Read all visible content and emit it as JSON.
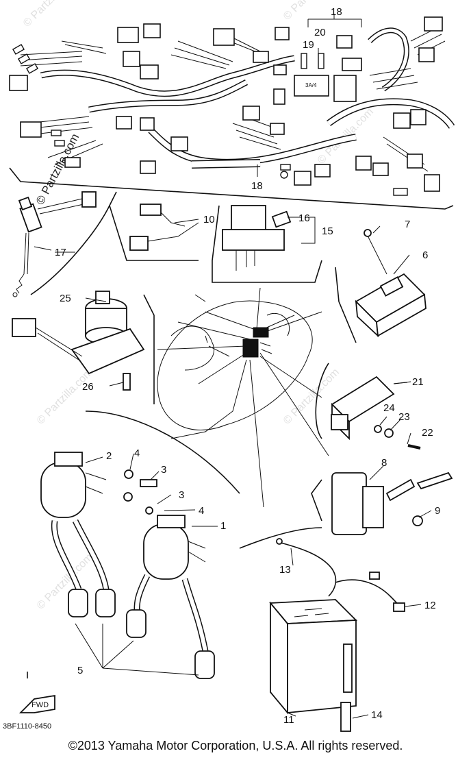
{
  "diagram": {
    "callouts": [
      {
        "id": "c18a",
        "text": "18"
      },
      {
        "id": "c20",
        "text": "20"
      },
      {
        "id": "c19",
        "text": "19"
      },
      {
        "id": "c18b",
        "text": "18"
      },
      {
        "id": "c10",
        "text": "10"
      },
      {
        "id": "c16",
        "text": "16"
      },
      {
        "id": "c15",
        "text": "15"
      },
      {
        "id": "c7",
        "text": "7"
      },
      {
        "id": "c17",
        "text": "17"
      },
      {
        "id": "c6",
        "text": "6"
      },
      {
        "id": "c25",
        "text": "25"
      },
      {
        "id": "c26",
        "text": "26"
      },
      {
        "id": "c21",
        "text": "21"
      },
      {
        "id": "c24",
        "text": "24"
      },
      {
        "id": "c23",
        "text": "23"
      },
      {
        "id": "c22",
        "text": "22"
      },
      {
        "id": "c2",
        "text": "2"
      },
      {
        "id": "c4a",
        "text": "4"
      },
      {
        "id": "c3a",
        "text": "3"
      },
      {
        "id": "c3b",
        "text": "3"
      },
      {
        "id": "c4b",
        "text": "4"
      },
      {
        "id": "c1",
        "text": "1"
      },
      {
        "id": "c8",
        "text": "8"
      },
      {
        "id": "c9",
        "text": "9"
      },
      {
        "id": "c13",
        "text": "13"
      },
      {
        "id": "c12",
        "text": "12"
      },
      {
        "id": "c5",
        "text": "5"
      },
      {
        "id": "c11",
        "text": "11"
      },
      {
        "id": "c14",
        "text": "14"
      }
    ],
    "part_code": "3BF1110-8450",
    "fwd_label": "FWD",
    "watermark": "© Partzilla.com",
    "watermark_dark": "© Partzilla.com",
    "relay_label": "3A/4",
    "copyright": "©2013  Yamaha Motor Corporation, U.S.A. All rights reserved."
  }
}
